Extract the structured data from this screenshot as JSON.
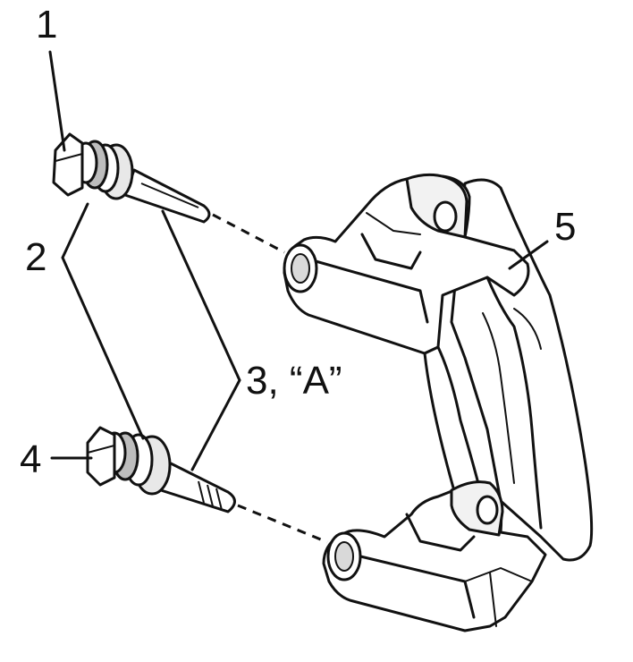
{
  "callouts": {
    "c1": "1",
    "c2": "2",
    "c3": "3, “A”",
    "c4": "4",
    "c5": "5"
  },
  "colors": {
    "ink": "#111111",
    "paper": "#ffffff",
    "shade": "#d9d9d9"
  }
}
